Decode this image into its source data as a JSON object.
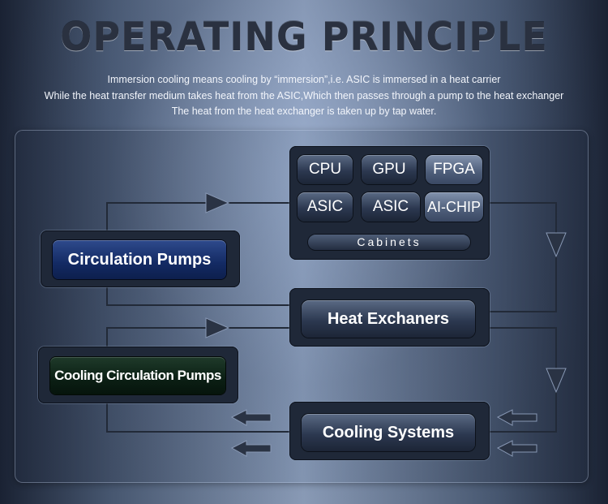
{
  "header": {
    "title": "OPERATING PRINCIPLE",
    "lines": [
      "Immersion cooling means cooling by “immersion”,i.e. ASIC is immersed in a heat carrier",
      "While the heat transfer medium takes heat from the ASIC,Which then passes through a pump to the heat exchanger",
      "The heat from the heat exchanger is taken up by tap water."
    ]
  },
  "cabinets": {
    "chips": [
      "CPU",
      "GPU",
      "FPGA",
      "ASIC",
      "ASIC",
      "AI-CHIP"
    ],
    "label": "Cabinets"
  },
  "nodes": {
    "circulation_pumps": "Circulation Pumps",
    "heat_exchangers": "Heat Exchaners",
    "cooling_circulation_pumps": "Cooling Circulation Pumps",
    "cooling_systems": "Cooling Systems"
  },
  "colors": {
    "background": "#5a6a84",
    "circulation_pumps": "#132a63",
    "cooling_circulation_pumps": "#0b1f14",
    "arrow": "#2a3344"
  }
}
